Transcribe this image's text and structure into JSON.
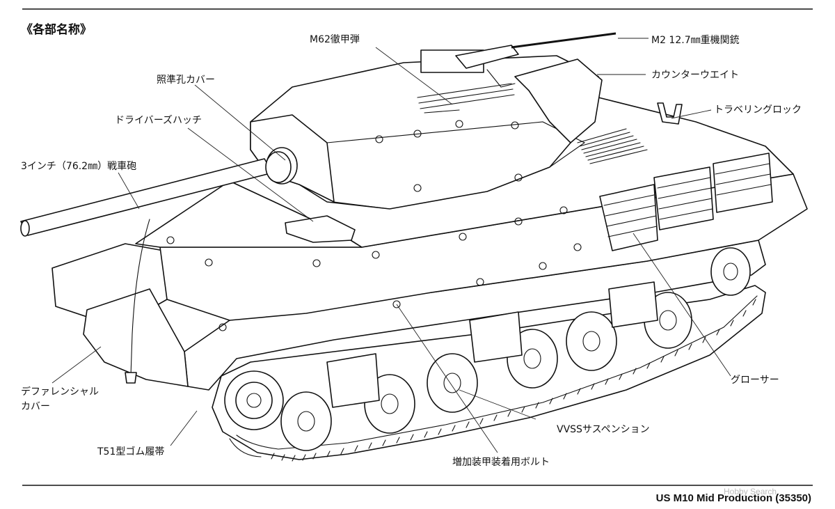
{
  "section_title": "《各部名称》",
  "footer": {
    "model_name": "US M10 Mid Production (35350)",
    "watermark": "Hobby Search"
  },
  "parts": {
    "m62_round": "M62徹甲弾",
    "m2_mg": "M2 12.7㎜重機関銃",
    "sight_cover": "照準孔カバー",
    "counterweight": "カウンターウエイト",
    "travel_lock": "トラベリングロック",
    "driver_hatch": "ドライバーズハッチ",
    "main_gun": "3インチ（76.2㎜）戦車砲",
    "diff_cover_1": "デファレンシャル",
    "diff_cover_2": "カバー",
    "grouser": "グローサー",
    "vvss": "VVSSサスペンション",
    "t51_track": "T51型ゴム履帯",
    "armor_bolt": "増加装甲装着用ボルト"
  }
}
